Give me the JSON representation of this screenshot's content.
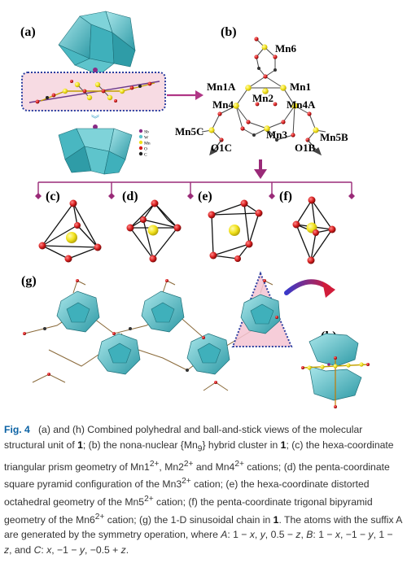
{
  "panels": {
    "a": "(a)",
    "b": "(b)",
    "c": "(c)",
    "d": "(d)",
    "e": "(e)",
    "f": "(f)",
    "g": "(g)",
    "h": "(h)"
  },
  "labels_b": {
    "mn6": "Mn6",
    "mn1a": "Mn1A",
    "mn1": "Mn1",
    "mn2": "Mn2",
    "mn4": "Mn4",
    "mn4a": "Mn4A",
    "mn5c": "Mn5C",
    "mn3": "Mn3",
    "mn5b": "Mn5B",
    "o1c": "O1C",
    "o1b": "O1B"
  },
  "legend": [
    "Sb",
    "W",
    "Mn",
    "O",
    "C"
  ],
  "colors": {
    "polyhedra": "#5ec4cc",
    "mn": "#f2e21b",
    "oxygen": "#d81e1e",
    "carbon": "#222222",
    "magenta": "#9a2a78",
    "dotted_blue": "#2c3fa0",
    "caption_lead": "#0b62a4"
  },
  "caption": {
    "lead": "Fig. 4",
    "p1": "(a) and (h) Combined polyhedral and ball-and-stick views of the molecular structural unit of ",
    "c1": "1",
    "p2": "; (b) the nona-nuclear {Mn",
    "sub9": "9",
    "p3": "} hybrid cluster in ",
    "c2": "1",
    "p4": "; (c) the hexa-coordinate triangular prism geometry of Mn1",
    "s1": "2+",
    "p5": ", Mn2",
    "s2": "2+",
    "p6": " and Mn4",
    "s3": "2+",
    "p7": " cations; (d) the penta-coordinate square pyramid configuration of the Mn3",
    "s4": "2+",
    "p8": " cation; (e) the hexa-coordinate distorted octahedral geometry of the Mn5",
    "s5": "2+",
    "p9": " cation; (f) the penta-coordinate trigonal bipyramid geometry of the Mn6",
    "s6": "2+",
    "p10": " cation; (g) the 1-D sinusoidal chain in ",
    "c3": "1",
    "p11": ". The atoms with the suffix A are generated by the symmetry operation, where ",
    "symA": "A",
    "p12": ": 1 − ",
    "x1": "x",
    "p13": ", ",
    "y1": "y",
    "p14": ", 0.5 − ",
    "z1": "z",
    "p15": ", ",
    "symB": "B",
    "p16": ": 1 − ",
    "x2": "x",
    "p17": ", −1 − ",
    "y2": "y",
    "p18": ", 1 − ",
    "z2": "z",
    "p19": ", and ",
    "symC": "C",
    "p20": ": ",
    "x3": "x",
    "p21": ", −1 − ",
    "y3": "y",
    "p22": ", −0.5 + ",
    "z3": "z",
    "p23": "."
  }
}
